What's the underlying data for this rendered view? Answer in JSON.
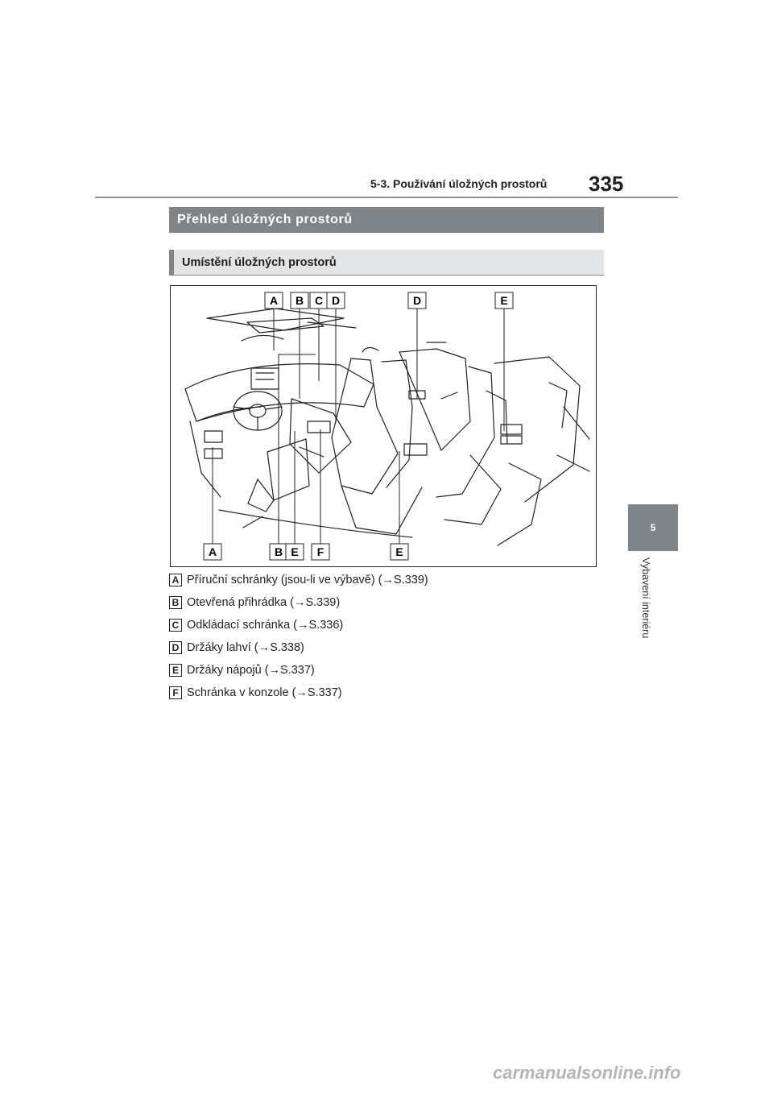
{
  "header": {
    "section_title": "5-3. Používání úložných prostorů",
    "page_number": "335"
  },
  "side_tab": {
    "chapter_number": "5",
    "chapter_label": "Vybavení interiéru"
  },
  "headings": {
    "h1": "Přehled úložných prostorů",
    "h2": "Umístění úložných prostorů"
  },
  "illustration": {
    "subject": "car interior storage locations",
    "top_callouts": [
      "A",
      "B",
      "C",
      "D",
      "D",
      "E"
    ],
    "bottom_callouts": [
      "A",
      "B",
      "E",
      "F",
      "E"
    ]
  },
  "legend": [
    {
      "letter": "A",
      "text": "Příruční schránky (jsou-li ve výbavě) (→S.339)"
    },
    {
      "letter": "B",
      "text": "Otevřená přihrádka (→S.339)"
    },
    {
      "letter": "C",
      "text": "Odkládací schránka (→S.336)"
    },
    {
      "letter": "D",
      "text": "Držáky lahví (→S.338)"
    },
    {
      "letter": "E",
      "text": "Držáky nápojů (→S.337)"
    },
    {
      "letter": "F",
      "text": "Schránka v konzole (→S.337)"
    }
  ],
  "watermark": "carmanualsonline.info",
  "colors": {
    "band_dark": "#7f8589",
    "band_light": "#e3e4e5",
    "text": "#231f20"
  }
}
